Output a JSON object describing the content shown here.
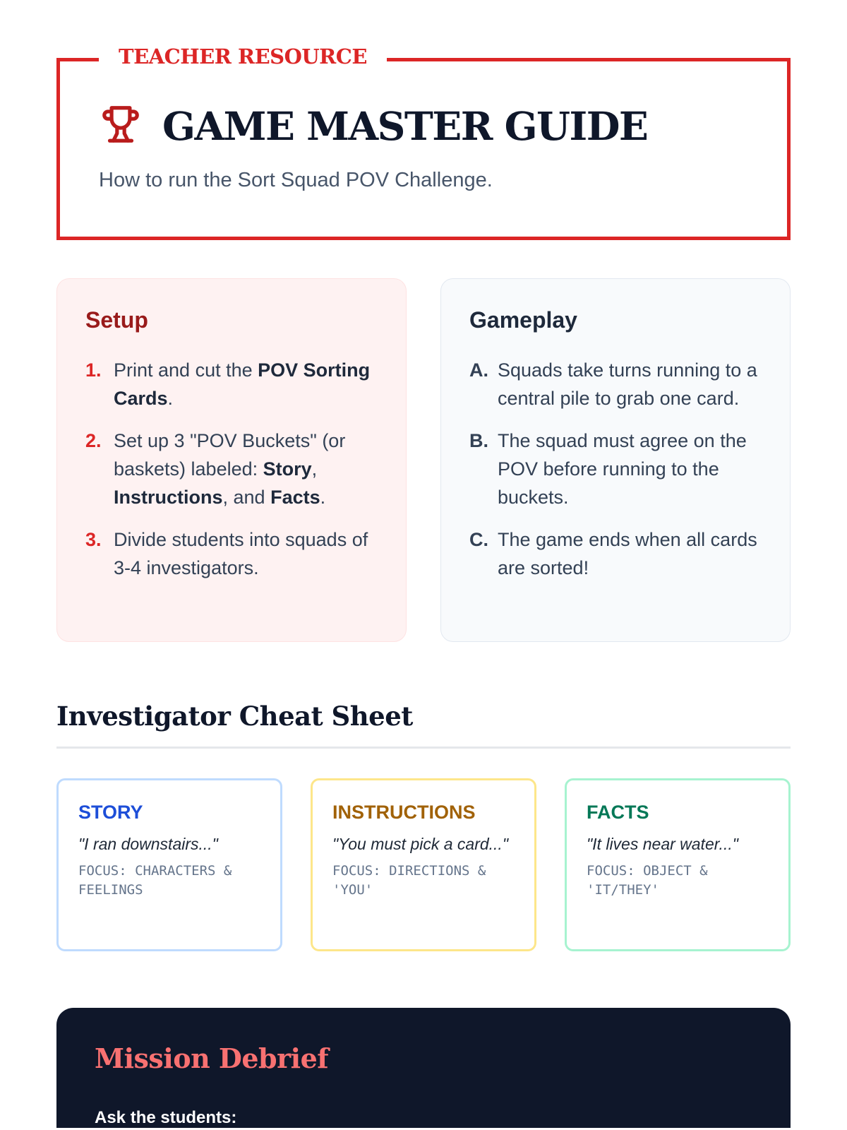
{
  "header": {
    "tag": "TEACHER RESOURCE",
    "title": "GAME MASTER GUIDE",
    "subtitle": "How to run the Sort Squad POV Challenge.",
    "icon": "trophy-icon"
  },
  "setup": {
    "title": "Setup",
    "items": [
      {
        "n": "1.",
        "parts": [
          "Print and cut the ",
          "POV Sorting Cards",
          "."
        ]
      },
      {
        "n": "2.",
        "parts": [
          "Set up 3 \"POV Buckets\" (or baskets) labeled: ",
          "Story",
          ", ",
          "Instructions",
          ", and ",
          "Facts",
          "."
        ]
      },
      {
        "n": "3.",
        "parts": [
          "Divide students into squads of 3-4 investigators."
        ]
      }
    ]
  },
  "gameplay": {
    "title": "Gameplay",
    "items": [
      {
        "n": "A.",
        "text": "Squads take turns running to a central pile to grab one card."
      },
      {
        "n": "B.",
        "text": "The squad must agree on the POV before running to the buckets."
      },
      {
        "n": "C.",
        "text": "The game ends when all cards are sorted!"
      }
    ]
  },
  "cheat": {
    "title": "Investigator Cheat Sheet",
    "cards": [
      {
        "title": "STORY",
        "quote": "\"I ran downstairs...\"",
        "focus": "FOCUS: CHARACTERS & FEELINGS",
        "color": "#1d4ed8",
        "border": "#bfdbfe"
      },
      {
        "title": "INSTRUCTIONS",
        "quote": "\"You must pick a card...\"",
        "focus": "FOCUS: DIRECTIONS & 'YOU'",
        "color": "#a16207",
        "border": "#fde68a"
      },
      {
        "title": "FACTS",
        "quote": "\"It lives near water...\"",
        "focus": "FOCUS: OBJECT & 'IT/THEY'",
        "color": "#047857",
        "border": "#a7f3d0"
      }
    ]
  },
  "debrief": {
    "title": "Mission Debrief",
    "prompt": "Ask the students:"
  }
}
